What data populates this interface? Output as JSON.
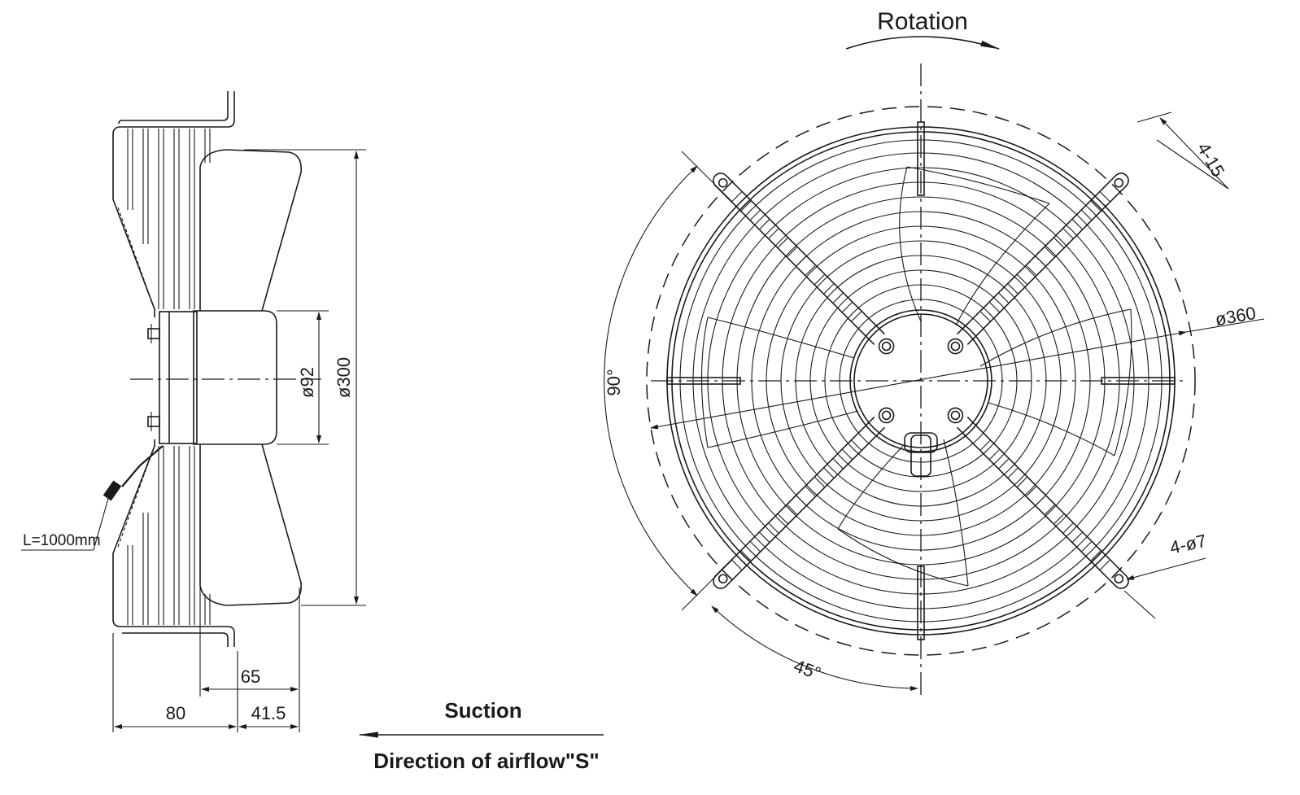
{
  "labels": {
    "rotation": "Rotation",
    "suction": "Suction",
    "direction": "Direction of airflow\"S\"",
    "cable": "L=1000mm"
  },
  "dimensions": {
    "dia_motor": "ø92",
    "dia_blade": "ø300",
    "depth_65": "65",
    "depth_80": "80",
    "depth_415": "41.5",
    "slots": "4-15",
    "dia_360": "ø360",
    "holes": "4-ø7",
    "angle_90": "90°",
    "angle_45": "45°"
  }
}
